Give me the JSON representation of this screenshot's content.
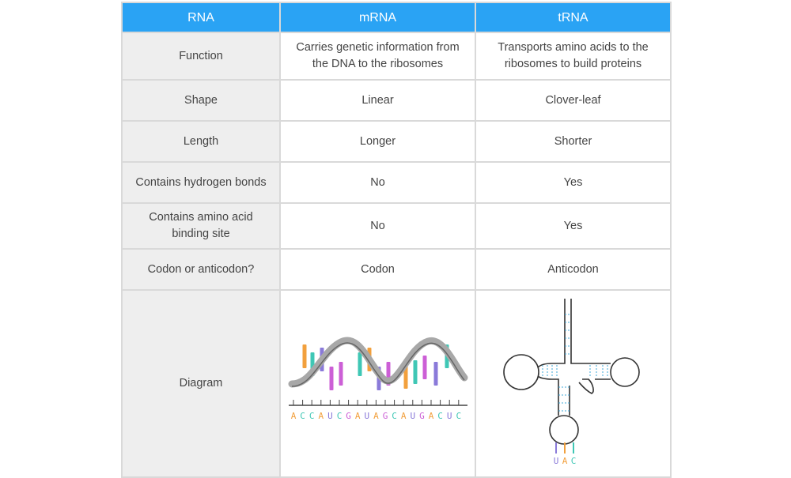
{
  "header": {
    "col0": "RNA",
    "col1": "mRNA",
    "col2": "tRNA"
  },
  "rows": [
    {
      "label": "Function",
      "mrna": "Carries genetic information from the DNA to the ribosomes",
      "trna": "Transports amino acids to the ribosomes to build proteins"
    },
    {
      "label": "Shape",
      "mrna": "Linear",
      "trna": "Clover-leaf"
    },
    {
      "label": "Length",
      "mrna": "Longer",
      "trna": "Shorter"
    },
    {
      "label": "Contains hydrogen bonds",
      "mrna": "No",
      "trna": "Yes"
    },
    {
      "label": "Contains amino acid binding site",
      "mrna": "No",
      "trna": "Yes"
    },
    {
      "label": "Codon or anticodon?",
      "mrna": "Codon",
      "trna": "Anticodon"
    },
    {
      "label": "Diagram"
    }
  ],
  "mrna_sequence": "ACCAUCGAUAGCAUGACUC",
  "anticodon": "UAC",
  "colors": {
    "header": "#2aa3f4",
    "A": "#f2a03d",
    "C": "#3fc7b5",
    "G": "#cc5fd6",
    "U": "#8a7ad9",
    "strand": "#999999"
  }
}
